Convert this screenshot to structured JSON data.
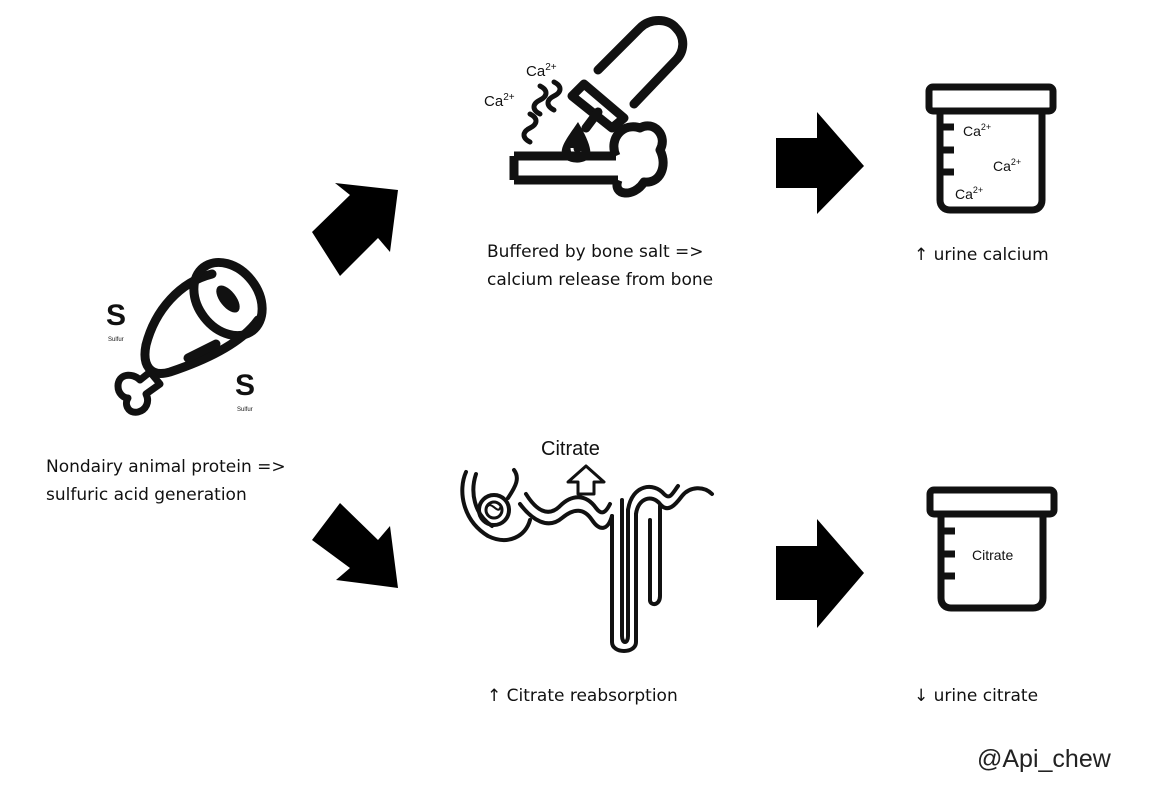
{
  "diagram": {
    "source": {
      "sulfur_symbol_1": "S",
      "sulfur_label_1": "Sulfur",
      "sulfur_symbol_2": "S",
      "sulfur_label_2": "Sulfur",
      "caption_line1": "Nondairy animal protein =>",
      "caption_line2": "sulfuric acid generation"
    },
    "top_branch": {
      "bone_ion_1": "Ca",
      "bone_ion_1_charge": "2+",
      "bone_ion_2": "Ca",
      "bone_ion_2_charge": "2+",
      "caption_line1": "Buffered by bone salt =>",
      "caption_line2": "calcium release from bone",
      "cup_ion_1": "Ca",
      "cup_ion_1_charge": "2+",
      "cup_ion_2": "Ca",
      "cup_ion_2_charge": "2+",
      "cup_ion_3": "Ca",
      "cup_ion_3_charge": "2+",
      "result": "↑ urine calcium"
    },
    "bottom_branch": {
      "kidney_label": "Citrate",
      "caption": "↑ Citrate reabsorption",
      "cup_label": "Citrate",
      "result": "↓ urine citrate"
    },
    "watermark": "@Api_chew"
  }
}
